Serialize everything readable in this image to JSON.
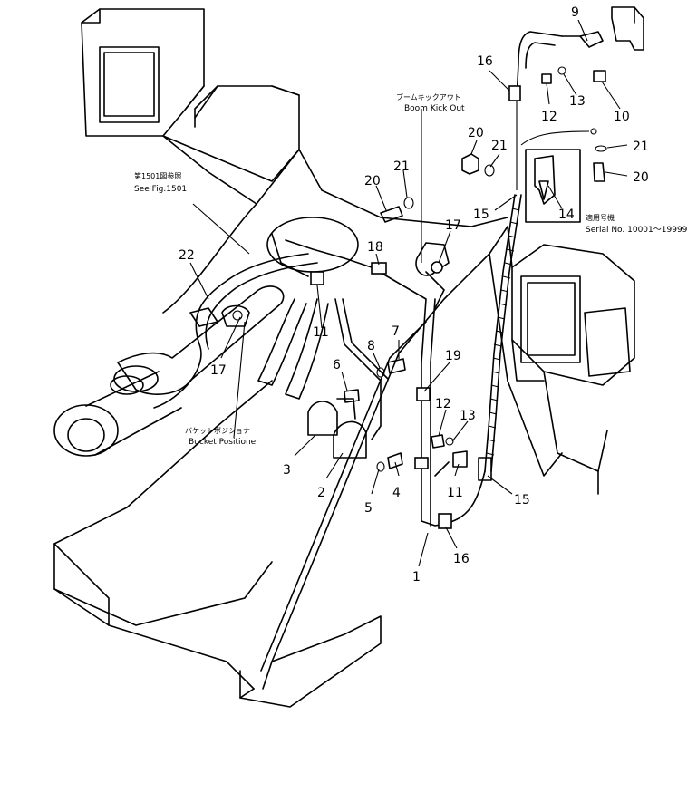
{
  "notes": {
    "boom_kickout_jp": "ブームキックアウト",
    "boom_kickout_en": "Boom Kick Out",
    "see_fig_jp": "第1501図参照",
    "see_fig_en": "See Fig.1501",
    "bucket_pos_jp": "バケットポジショナ",
    "bucket_pos_en": "Bucket Positioner",
    "serial_jp": "適用号機",
    "serial_en": "Serial No. 10001～19999"
  },
  "callouts": [
    {
      "id": "c9",
      "text": "9"
    },
    {
      "id": "c16a",
      "text": "16"
    },
    {
      "id": "c12a",
      "text": "12"
    },
    {
      "id": "c13a",
      "text": "13"
    },
    {
      "id": "c10",
      "text": "10"
    },
    {
      "id": "c20a",
      "text": "20"
    },
    {
      "id": "c21a",
      "text": "21"
    },
    {
      "id": "c21b",
      "text": "21"
    },
    {
      "id": "c20b",
      "text": "20"
    },
    {
      "id": "c20c",
      "text": "20"
    },
    {
      "id": "c21c",
      "text": "21"
    },
    {
      "id": "c15a",
      "text": "15"
    },
    {
      "id": "c14",
      "text": "14"
    },
    {
      "id": "c17a",
      "text": "17"
    },
    {
      "id": "c18",
      "text": "18"
    },
    {
      "id": "c22",
      "text": "22"
    },
    {
      "id": "c11a",
      "text": "11"
    },
    {
      "id": "c17b",
      "text": "17"
    },
    {
      "id": "c7",
      "text": "7"
    },
    {
      "id": "c8",
      "text": "8"
    },
    {
      "id": "c6",
      "text": "6"
    },
    {
      "id": "c19",
      "text": "19"
    },
    {
      "id": "c12b",
      "text": "12"
    },
    {
      "id": "c13b",
      "text": "13"
    },
    {
      "id": "c3",
      "text": "3"
    },
    {
      "id": "c2",
      "text": "2"
    },
    {
      "id": "c5",
      "text": "5"
    },
    {
      "id": "c4",
      "text": "4"
    },
    {
      "id": "c11b",
      "text": "11"
    },
    {
      "id": "c15b",
      "text": "15"
    },
    {
      "id": "c1",
      "text": "1"
    },
    {
      "id": "c16b",
      "text": "16"
    }
  ]
}
